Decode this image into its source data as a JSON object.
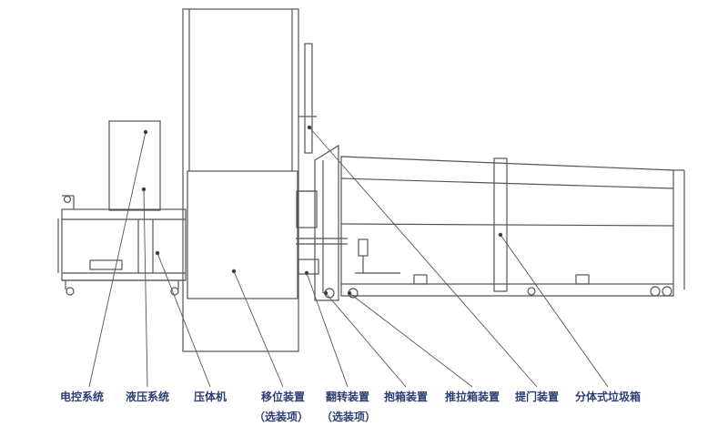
{
  "labels": [
    {
      "id": "electrical-control-system",
      "text": "电控系统"
    },
    {
      "id": "hydraulic-system",
      "text": "液压系统"
    },
    {
      "id": "compactor",
      "text": "压体机"
    },
    {
      "id": "shifting-device",
      "text": "移位装置",
      "note": "（选装项）"
    },
    {
      "id": "tipping-device",
      "text": "翻转装置",
      "note": "（选装项）"
    },
    {
      "id": "bin-clamping-device",
      "text": "抱箱装置"
    },
    {
      "id": "push-pull-bin-device",
      "text": "推拉箱装置"
    },
    {
      "id": "door-lifting-device",
      "text": "提门装置"
    },
    {
      "id": "split-garbage-bin",
      "text": "分体式垃圾箱"
    }
  ],
  "colors": {
    "line": "#555555",
    "label": "#2c3e73",
    "background": "#ffffff"
  }
}
